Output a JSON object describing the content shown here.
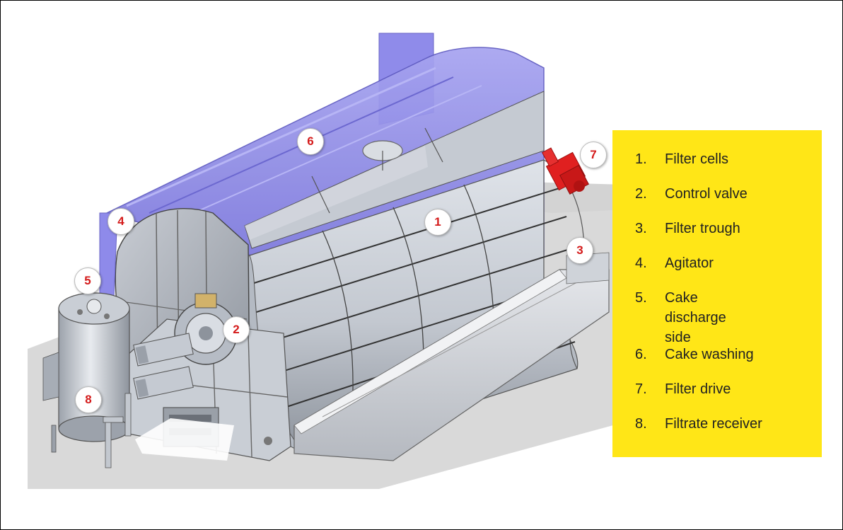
{
  "callouts": [
    "1",
    "2",
    "3",
    "4",
    "5",
    "6",
    "7",
    "8"
  ],
  "legend": {
    "items": [
      {
        "num": "1.",
        "text": "Filter cells"
      },
      {
        "num": "2.",
        "text": "Control valve"
      },
      {
        "num": "3.",
        "text": "Filter trough"
      },
      {
        "num": "4.",
        "text": "Agitator"
      },
      {
        "num": "5.",
        "text": "Cake discharge side"
      },
      {
        "num": "6.",
        "text": "Cake washing"
      },
      {
        "num": "7.",
        "text": "Filter drive"
      },
      {
        "num": "8.",
        "text": "Filtrate receiver"
      }
    ]
  },
  "colors": {
    "legend_bg": "#ffe617",
    "callout_text": "#d41a1a",
    "hood": "#8a86e8",
    "drum": "#c9ced6",
    "motor": "#e02020",
    "floor": "#d8d8d8"
  }
}
